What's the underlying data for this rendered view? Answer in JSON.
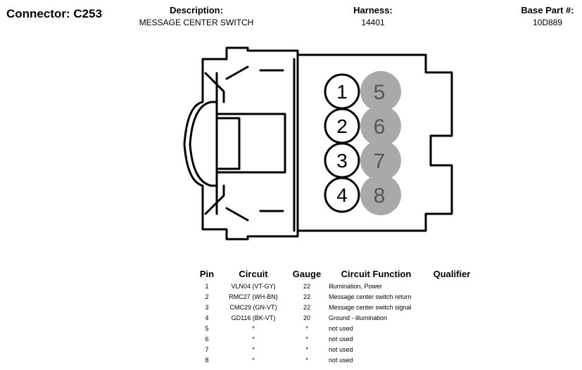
{
  "header": {
    "connector": "Connector: C253",
    "description_label": "Description:",
    "description_value": "MESSAGE CENTER SWITCH",
    "harness_label": "Harness:",
    "harness_value": "14401",
    "base_part_label": "Base Part #:",
    "base_part_value": "10D889"
  },
  "connector_pins": {
    "front_row": [
      "1",
      "2",
      "3",
      "4"
    ],
    "back_row": [
      "5",
      "6",
      "7",
      "8"
    ]
  },
  "colors": {
    "line": "#000000",
    "back_pin_fill": "#a9a9a9",
    "back_pin_text": "#555555"
  },
  "table": {
    "headers": [
      "Pin",
      "Circuit",
      "Gauge",
      "Circuit Function",
      "Qualifier"
    ],
    "rows": [
      {
        "pin": "1",
        "circuit": "VLN04 (VT-GY)",
        "gauge": "22",
        "function": "Illumination, Power",
        "qualifier": ""
      },
      {
        "pin": "2",
        "circuit": "RMC27 (WH-BN)",
        "gauge": "22",
        "function": "Message center switch return",
        "qualifier": ""
      },
      {
        "pin": "3",
        "circuit": "CMC29 (GN-VT)",
        "gauge": "22",
        "function": "Message center switch signal",
        "qualifier": ""
      },
      {
        "pin": "4",
        "circuit": "GD116 (BK-VT)",
        "gauge": "20",
        "function": "Ground - illumination",
        "qualifier": ""
      },
      {
        "pin": "5",
        "circuit": "*",
        "gauge": "*",
        "function": "not used",
        "qualifier": ""
      },
      {
        "pin": "6",
        "circuit": "*",
        "gauge": "*",
        "function": "not used",
        "qualifier": ""
      },
      {
        "pin": "7",
        "circuit": "*",
        "gauge": "*",
        "function": "not used",
        "qualifier": ""
      },
      {
        "pin": "8",
        "circuit": "*",
        "gauge": "*",
        "function": "not used",
        "qualifier": ""
      }
    ]
  }
}
